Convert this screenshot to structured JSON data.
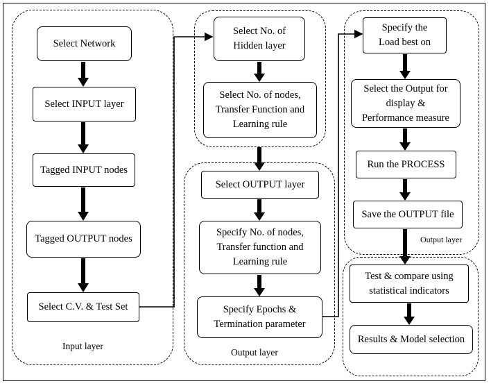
{
  "groups": {
    "input_label": "Input layer",
    "output_label_mid": "Output layer",
    "output_label_right": "Output layer"
  },
  "steps": {
    "select_network": "Select Network",
    "select_input_layer": "Select INPUT layer",
    "tagged_input_nodes": "Tagged INPUT nodes",
    "tagged_output_nodes": "Tagged OUTPUT nodes",
    "select_cv_test": "Select C.V. & Test Set",
    "select_hidden_layer": "Select No. of\nHidden layer",
    "select_nodes_hidden": "Select No. of nodes,\nTransfer Function and\nLearning rule",
    "select_output_layer": "Select OUTPUT layer",
    "specify_nodes_output": "Specify No. of nodes,\nTransfer function and\nLearning rule",
    "specify_epochs": "Specify Epochs &\nTermination parameter",
    "specify_load_best": "Specify the\nLoad best on",
    "select_output_display": "Select the Output for\ndisplay &\nPerformance measure",
    "run_process": "Run the PROCESS",
    "save_output_file": "Save the OUTPUT file",
    "test_compare": "Test & compare using\nstatistical indicators",
    "results_model_selection": "Results & Model selection"
  }
}
